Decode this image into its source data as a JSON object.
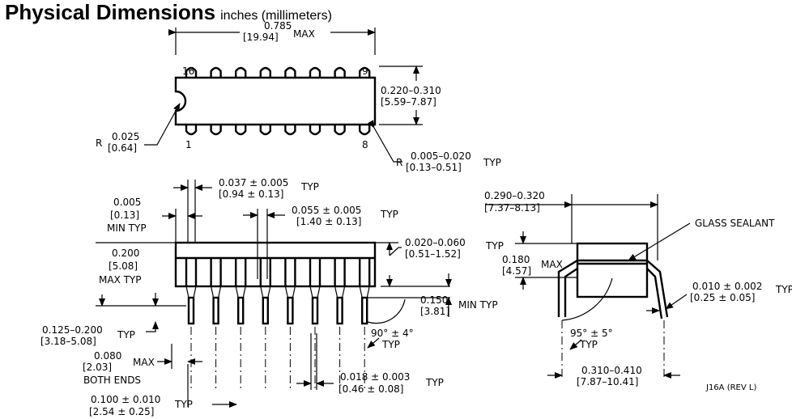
{
  "title": {
    "main": "Physical Dimensions",
    "sub": "inches (millimeters)"
  },
  "top_view": {
    "length_in": "0.785",
    "length_mm": "[19.94]",
    "length_suffix": "MAX",
    "pin16": "16",
    "pin9": "9",
    "pin1": "1",
    "pin8": "8",
    "width_in": "0.220–0.310",
    "width_mm": "[5.59–7.87]",
    "notch_r": "R",
    "notch_in": "0.025",
    "notch_mm": "[0.64]",
    "corner_r": "R",
    "corner_in": "0.005–0.020",
    "corner_mm": "[0.13–0.51]",
    "corner_suffix": "TYP"
  },
  "side_view": {
    "lead_w_in": "0.037 ± 0.005",
    "lead_w_mm": "[0.94 ± 0.13]",
    "lead_w_suffix": "TYP",
    "end_in": "0.005",
    "end_mm": "[0.13]",
    "end_suffix": "MIN TYP",
    "shoulder_in": "0.055 ± 0.005",
    "shoulder_mm": "[1.40 ± 0.13]",
    "shoulder_suffix": "TYP",
    "height_in": "0.200",
    "height_mm": "[5.08]",
    "height_suffix": "MAX TYP",
    "standoff_in": "0.020–0.060",
    "standoff_mm": "[0.51–1.52]",
    "standoff_suffix": "TYP",
    "lead_len_in": "0.150",
    "lead_len_mm": "[3.81]",
    "lead_len_suffix": "MIN TYP",
    "seat_in": "0.125–0.200",
    "seat_mm": "[3.18–5.08]",
    "seat_suffix": "TYP",
    "angle": "90° ± 4°",
    "angle_suffix": "TYP",
    "end_lead_in": "0.080",
    "end_lead_mm": "[2.03]",
    "end_lead_suffix": "MAX",
    "end_lead_note": "BOTH ENDS",
    "lead_d_in": "0.018 ± 0.003",
    "lead_d_mm": "[0.46 ± 0.08]",
    "lead_d_suffix": "TYP",
    "pitch_in": "0.100 ± 0.010",
    "pitch_mm": "[2.54 ± 0.25]",
    "pitch_suffix": "TYP"
  },
  "end_view": {
    "row_in": "0.290–0.320",
    "row_mm": "[7.37–8.13]",
    "sealant": "GLASS SEALANT",
    "body_in": "0.180",
    "body_mm": "[4.57]",
    "body_suffix": "MAX",
    "thick_in": "0.010 ± 0.002",
    "thick_mm": "[0.25 ± 0.05]",
    "thick_suffix": "TYP",
    "angle": "95° ± 5°",
    "angle_suffix": "TYP",
    "spread_in": "0.310–0.410",
    "spread_mm": "[7.87–10.41]"
  },
  "ref": "J16A (REV L)"
}
